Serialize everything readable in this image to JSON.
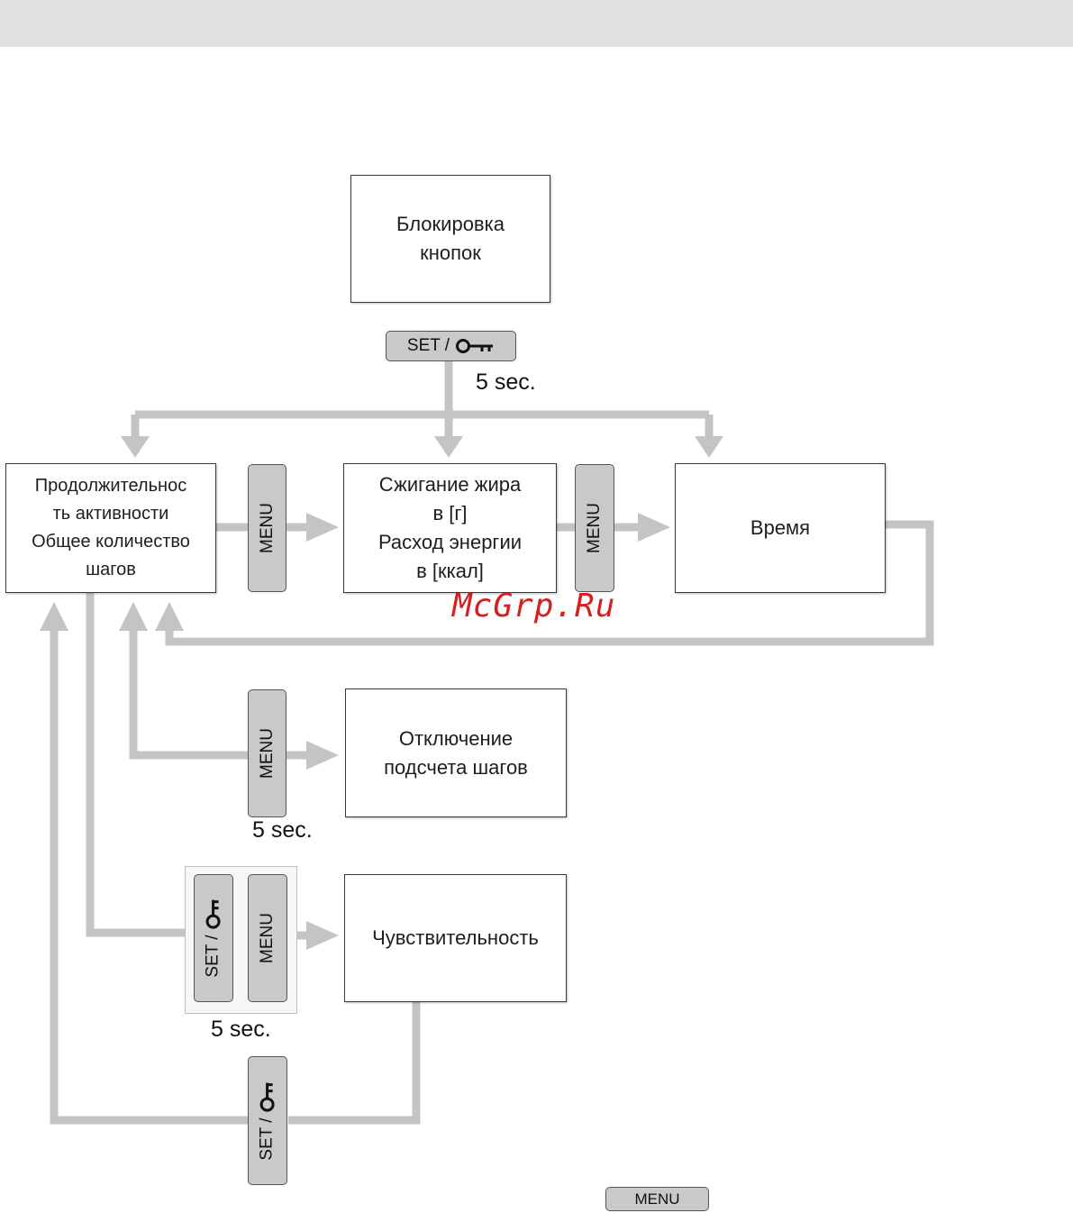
{
  "boxes": {
    "lock": [
      "Блокировка",
      "кнопок"
    ],
    "activity": [
      "Продолжительнос",
      "ть активности",
      "Общее количество",
      "шагов"
    ],
    "fat": [
      "Сжигание жира",
      "в [г]",
      "Расход энергии",
      "в [ккал]"
    ],
    "time": [
      "Время"
    ],
    "stepoff": [
      "Отключение",
      "подсчета шагов"
    ],
    "sensitivity": [
      "Чувствительность"
    ]
  },
  "buttons": {
    "set_key": "SET /",
    "menu": "MENU",
    "set_vertical": "SET /"
  },
  "labels": {
    "hold_top": "5 sec.",
    "hold_middle": "5 sec.",
    "hold_bottom": "5 sec."
  },
  "watermark": "McGrp.Ru",
  "colors": {
    "arrow": "#c4c4c4",
    "button": "#c9c9c9",
    "watermark": "#d42020",
    "topbar": "#e2e2e2"
  },
  "icons": [
    "key-icon",
    "arrow-down-icon",
    "arrow-right-icon",
    "arrow-up-icon"
  ]
}
